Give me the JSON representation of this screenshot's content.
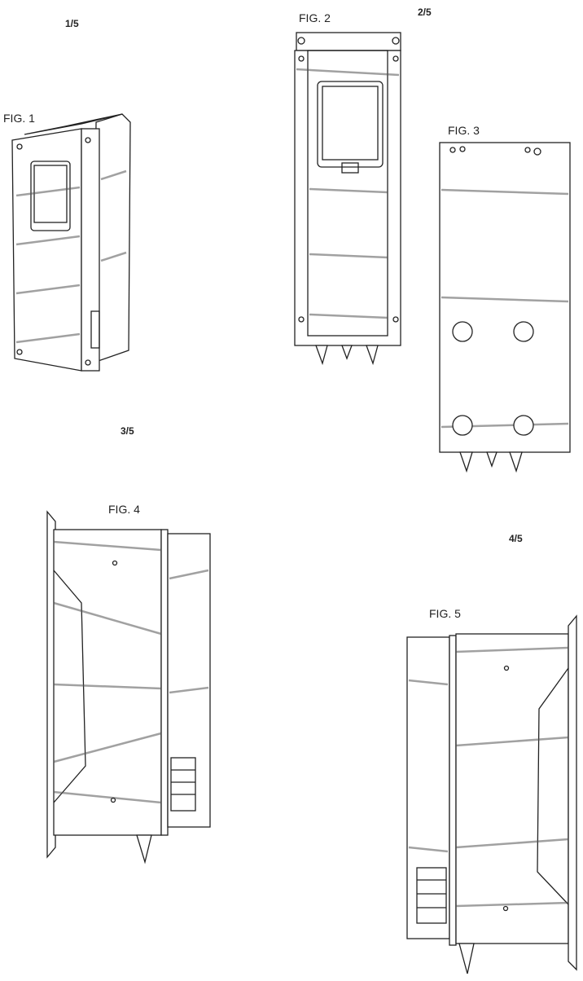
{
  "sheet_numbers": [
    "1/5",
    "2/5",
    "3/5",
    "4/5"
  ],
  "figures": {
    "fig1": "FIG. 1",
    "fig2": "FIG. 2",
    "fig3": "FIG. 3",
    "fig4": "FIG. 4",
    "fig5": "FIG. 5"
  }
}
